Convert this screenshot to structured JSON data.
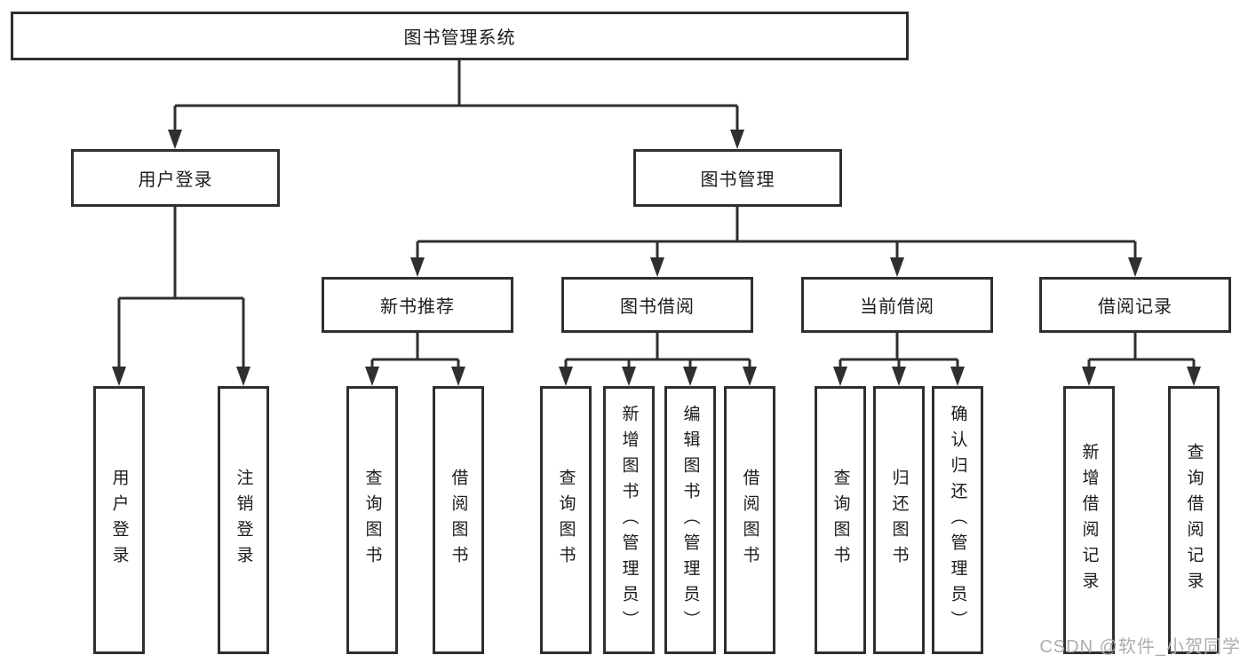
{
  "diagram_type": "functional-structure-tree",
  "colors": {
    "line": "#2f2f2f",
    "box_border": "#2f2f2f",
    "box_background": "#ffffff",
    "text": "#1c1c1c",
    "watermark": "#aeaeae"
  },
  "watermark": "CSDN @软件_小贺同学",
  "tree": {
    "label": "图书管理系统",
    "children": [
      {
        "label": "用户登录",
        "children": [
          {
            "label": "用户登录"
          },
          {
            "label": "注销登录"
          }
        ]
      },
      {
        "label": "图书管理",
        "children": [
          {
            "label": "新书推荐",
            "children": [
              {
                "label": "查询图书"
              },
              {
                "label": "借阅图书"
              }
            ]
          },
          {
            "label": "图书借阅",
            "children": [
              {
                "label": "查询图书"
              },
              {
                "label": "新增图书（管理员）"
              },
              {
                "label": "编辑图书（管理员）"
              },
              {
                "label": "借阅图书"
              }
            ]
          },
          {
            "label": "当前借阅",
            "children": [
              {
                "label": "查询图书"
              },
              {
                "label": "归还图书"
              },
              {
                "label": "确认归还（管理员）"
              }
            ]
          },
          {
            "label": "借阅记录",
            "children": [
              {
                "label": "新增借阅记录"
              },
              {
                "label": "查询借阅记录"
              }
            ]
          }
        ]
      }
    ]
  }
}
